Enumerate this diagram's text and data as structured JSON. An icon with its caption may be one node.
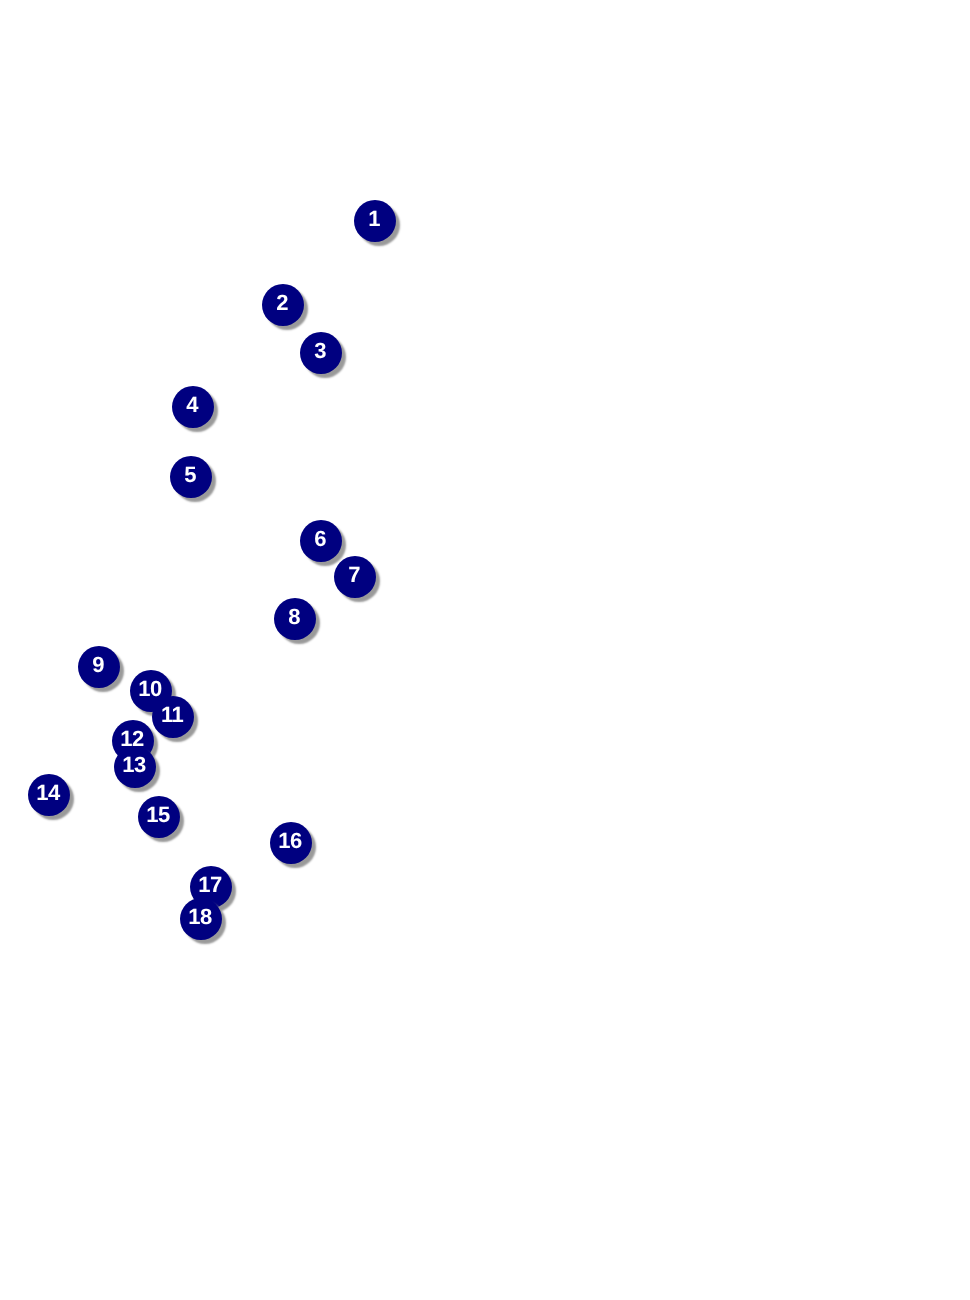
{
  "diagram": {
    "labels": [
      "1",
      "2",
      "3",
      "4",
      "5",
      "6",
      "7",
      "8",
      "9",
      "10",
      "11",
      "12",
      "13",
      "14",
      "15",
      "16",
      "17",
      "18"
    ]
  }
}
